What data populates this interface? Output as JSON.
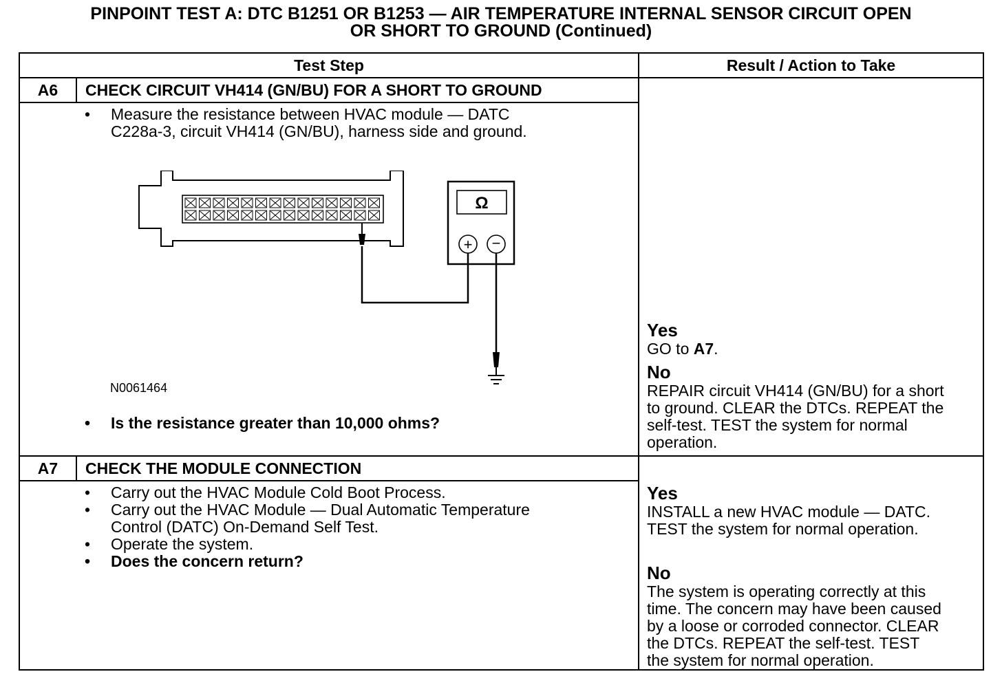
{
  "title": {
    "line1": "PINPOINT TEST  A: DTC B1251 OR B1253 — AIR TEMPERATURE INTERNAL SENSOR CIRCUIT OPEN",
    "line2": "OR SHORT TO GROUND (Continued)"
  },
  "headers": {
    "test_step": "Test Step",
    "result": "Result / Action to Take"
  },
  "steps": [
    {
      "id": "A6",
      "heading": "CHECK CIRCUIT VH414 (GN/BU) FOR A SHORT TO GROUND",
      "bullets": [
        "Measure the resistance between HVAC module — DATC",
        "C228a-3, circuit VH414 (GN/BU), harness side and ground."
      ],
      "figure_id": "N0061464",
      "meter_symbol": "Ω",
      "meter_plus": "+",
      "meter_minus": "−",
      "question": "Is the resistance greater than 10,000 ohms?",
      "yes_label": "Yes",
      "yes_text_pre": "GO to ",
      "yes_text_bold": "A7",
      "yes_text_post": ".",
      "no_label": "No",
      "no_lines": [
        "REPAIR circuit VH414 (GN/BU) for a short",
        "to ground. CLEAR the DTCs. REPEAT the",
        "self-test. TEST the system for normal",
        "operation."
      ]
    },
    {
      "id": "A7",
      "heading": "CHECK THE MODULE CONNECTION",
      "bullets": [
        "Carry out the HVAC Module Cold Boot Process.",
        "Carry out the HVAC Module — Dual Automatic Temperature",
        "Control (DATC) On-Demand Self Test.",
        "Operate the system.",
        "Does the concern return?"
      ],
      "yes_label": "Yes",
      "yes_lines": [
        "INSTALL a new HVAC module — DATC.",
        "TEST the system for normal operation."
      ],
      "no_label": "No",
      "no_lines": [
        "The system is operating correctly at this",
        "time. The concern may have been caused",
        "by a loose or corroded connector. CLEAR",
        "the DTCs. REPEAT the self-test. TEST",
        "the system for normal operation."
      ]
    }
  ]
}
